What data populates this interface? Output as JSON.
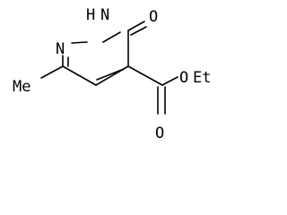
{
  "colors": {
    "bond": "#000000",
    "label": "#000000",
    "background": "#ffffff"
  },
  "atoms": {
    "n_ring": "N",
    "nh": "H",
    "nh_n": "N",
    "carbonyl_o": "O",
    "methyl": "Me",
    "ester_ether_o": "O",
    "ethyl": "Et",
    "ester_carbonyl_o": "O"
  }
}
